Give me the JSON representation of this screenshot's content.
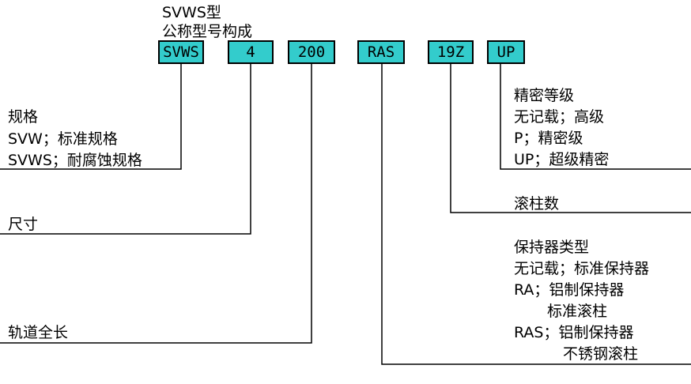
{
  "title": {
    "line1": "SVWS型",
    "line2": "公称型号构成"
  },
  "code_boxes": [
    "SVWS",
    "4",
    "200",
    "RAS",
    "19Z",
    "UP"
  ],
  "box_color": "#33cccc",
  "spec": {
    "heading": "规格",
    "lines": [
      "SVW；标准规格",
      "SVWS；耐腐蚀规格"
    ]
  },
  "size": {
    "heading": "尺寸"
  },
  "rail_length": {
    "heading": "轨道全长"
  },
  "accuracy": {
    "heading": "精密等级",
    "lines": [
      "无记载；高级",
      "P；精密级",
      "UP；超级精密"
    ]
  },
  "roller_count": {
    "heading": "滚柱数"
  },
  "retainer": {
    "heading": "保持器类型",
    "lines": [
      "无记载；标准保持器",
      "RA；铝制保持器",
      "标准滚柱",
      "RAS；铝制保持器",
      "不锈钢滚柱"
    ]
  }
}
